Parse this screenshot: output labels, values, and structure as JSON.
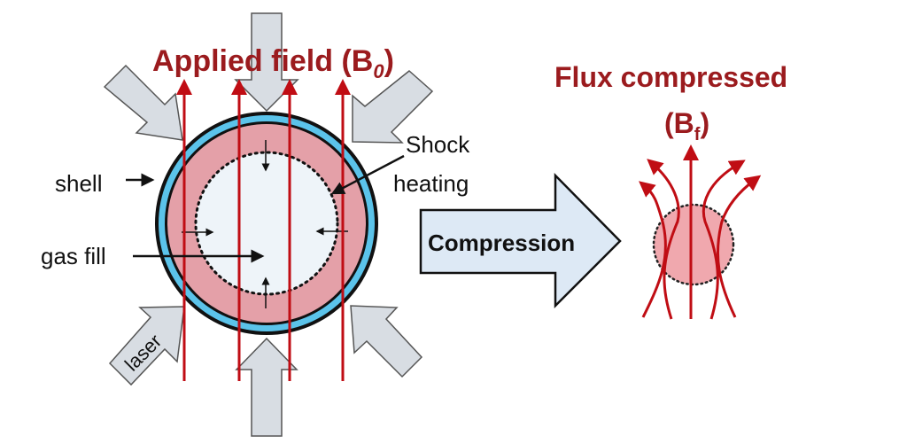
{
  "titles": {
    "applied_field": "Applied field (B",
    "applied_field_sub": "0",
    "applied_field_close": ")",
    "flux_compressed": "Flux compressed",
    "flux_compressed_sym": "(B",
    "flux_compressed_sub": "f",
    "flux_compressed_close": ")"
  },
  "labels": {
    "shell": "shell",
    "gas_fill": "gas fill",
    "shock_line1": "Shock",
    "shock_line2": "heating",
    "laser": "laser",
    "compression": "Compression"
  },
  "colors": {
    "field_line": "#c00d14",
    "title": "#9b1b1e",
    "shell": "#5bc3ea",
    "hot_layer": "#e4a0a8",
    "gas": "#eef4f9",
    "laser_arrow": "#d8dde3",
    "compression_arrow": "#dde9f5"
  }
}
